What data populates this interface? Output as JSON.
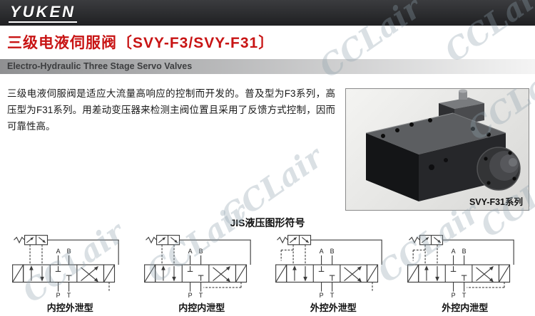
{
  "header": {
    "logo": "YUKEN"
  },
  "title": {
    "zh": "三级电液伺服阀〔SVY-F3/SVY-F31〕",
    "en": "Electro-Hydraulic Three Stage Servo Valves"
  },
  "intro": "三级电液伺服阀是适应大流量高响应的控制而开发的。普及型为F3系列，高压型为F31系列。用差动变压器来检测主阀位置且采用了反馈方式控制，因而可靠性高。",
  "photo": {
    "caption": "SVY-F31系列"
  },
  "symbols": {
    "heading": "JIS液压图形符号",
    "items": [
      {
        "label": "内控外泄型"
      },
      {
        "label": "内控内泄型"
      },
      {
        "label": "外控外泄型"
      },
      {
        "label": "外控内泄型"
      }
    ],
    "ports": {
      "a": "A",
      "b": "B",
      "p": "P",
      "t": "T"
    }
  },
  "watermark": "CCLair",
  "colors": {
    "accent_red": "#c81414",
    "header_bg": "#2b2c2e",
    "watermark_gray": "#8fa2ae"
  }
}
